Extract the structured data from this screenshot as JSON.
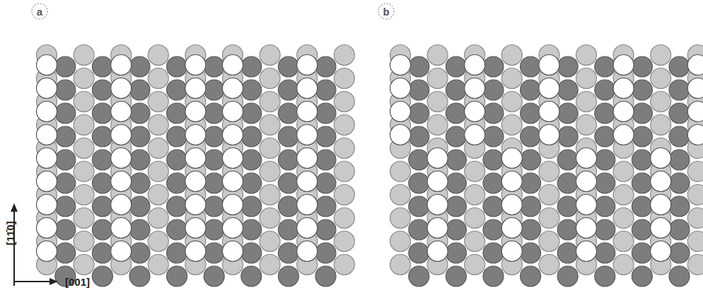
{
  "diagram": {
    "labels": [
      "a",
      "b",
      "[11̄0]",
      "[001]"
    ]
  }
}
